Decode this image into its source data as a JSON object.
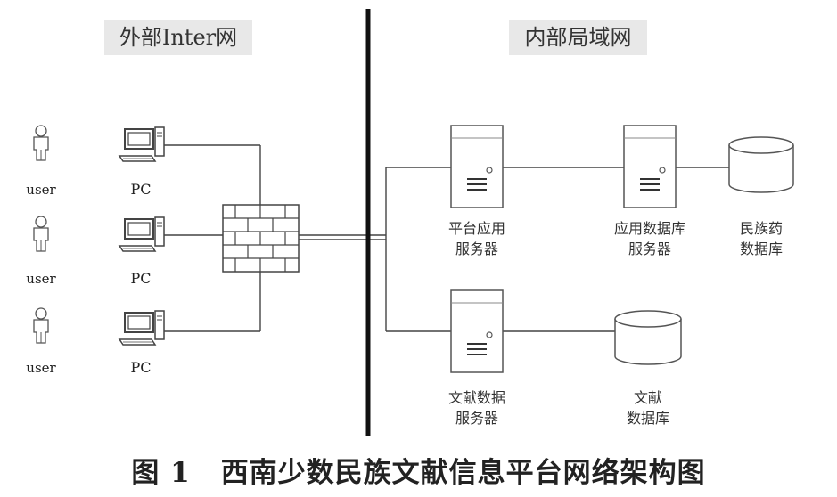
{
  "zones": {
    "external": "外部Inter网",
    "internal": "内部局域网"
  },
  "clients": [
    {
      "user_label": "user",
      "pc_label": "PC"
    },
    {
      "user_label": "user",
      "pc_label": "PC"
    },
    {
      "user_label": "user",
      "pc_label": "PC"
    }
  ],
  "servers": {
    "platform_app": [
      "平台应用",
      "服务器"
    ],
    "app_database": [
      "应用数据库",
      "服务器"
    ],
    "literature_data": [
      "文献数据",
      "服务器"
    ]
  },
  "databases": {
    "ethnic_medicine": [
      "民族药",
      "数据库"
    ],
    "literature": [
      "文献",
      "数据库"
    ]
  },
  "caption": {
    "number": "图 1",
    "title": "西南少数民族文献信息平台网络架构图"
  }
}
